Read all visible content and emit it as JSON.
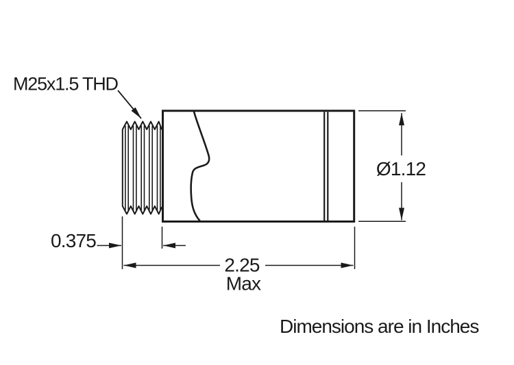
{
  "page": {
    "background": "#ffffff",
    "footnote": "Dimensions are in Inches"
  },
  "drawing": {
    "ink_color": "#1a1a1a",
    "thread_callout": "M25x1.5 THD",
    "dimensions": {
      "diameter": "Ø1.12",
      "thread_length": "0.375",
      "overall_length": "2.25",
      "overall_length_qualifier": "Max"
    }
  }
}
